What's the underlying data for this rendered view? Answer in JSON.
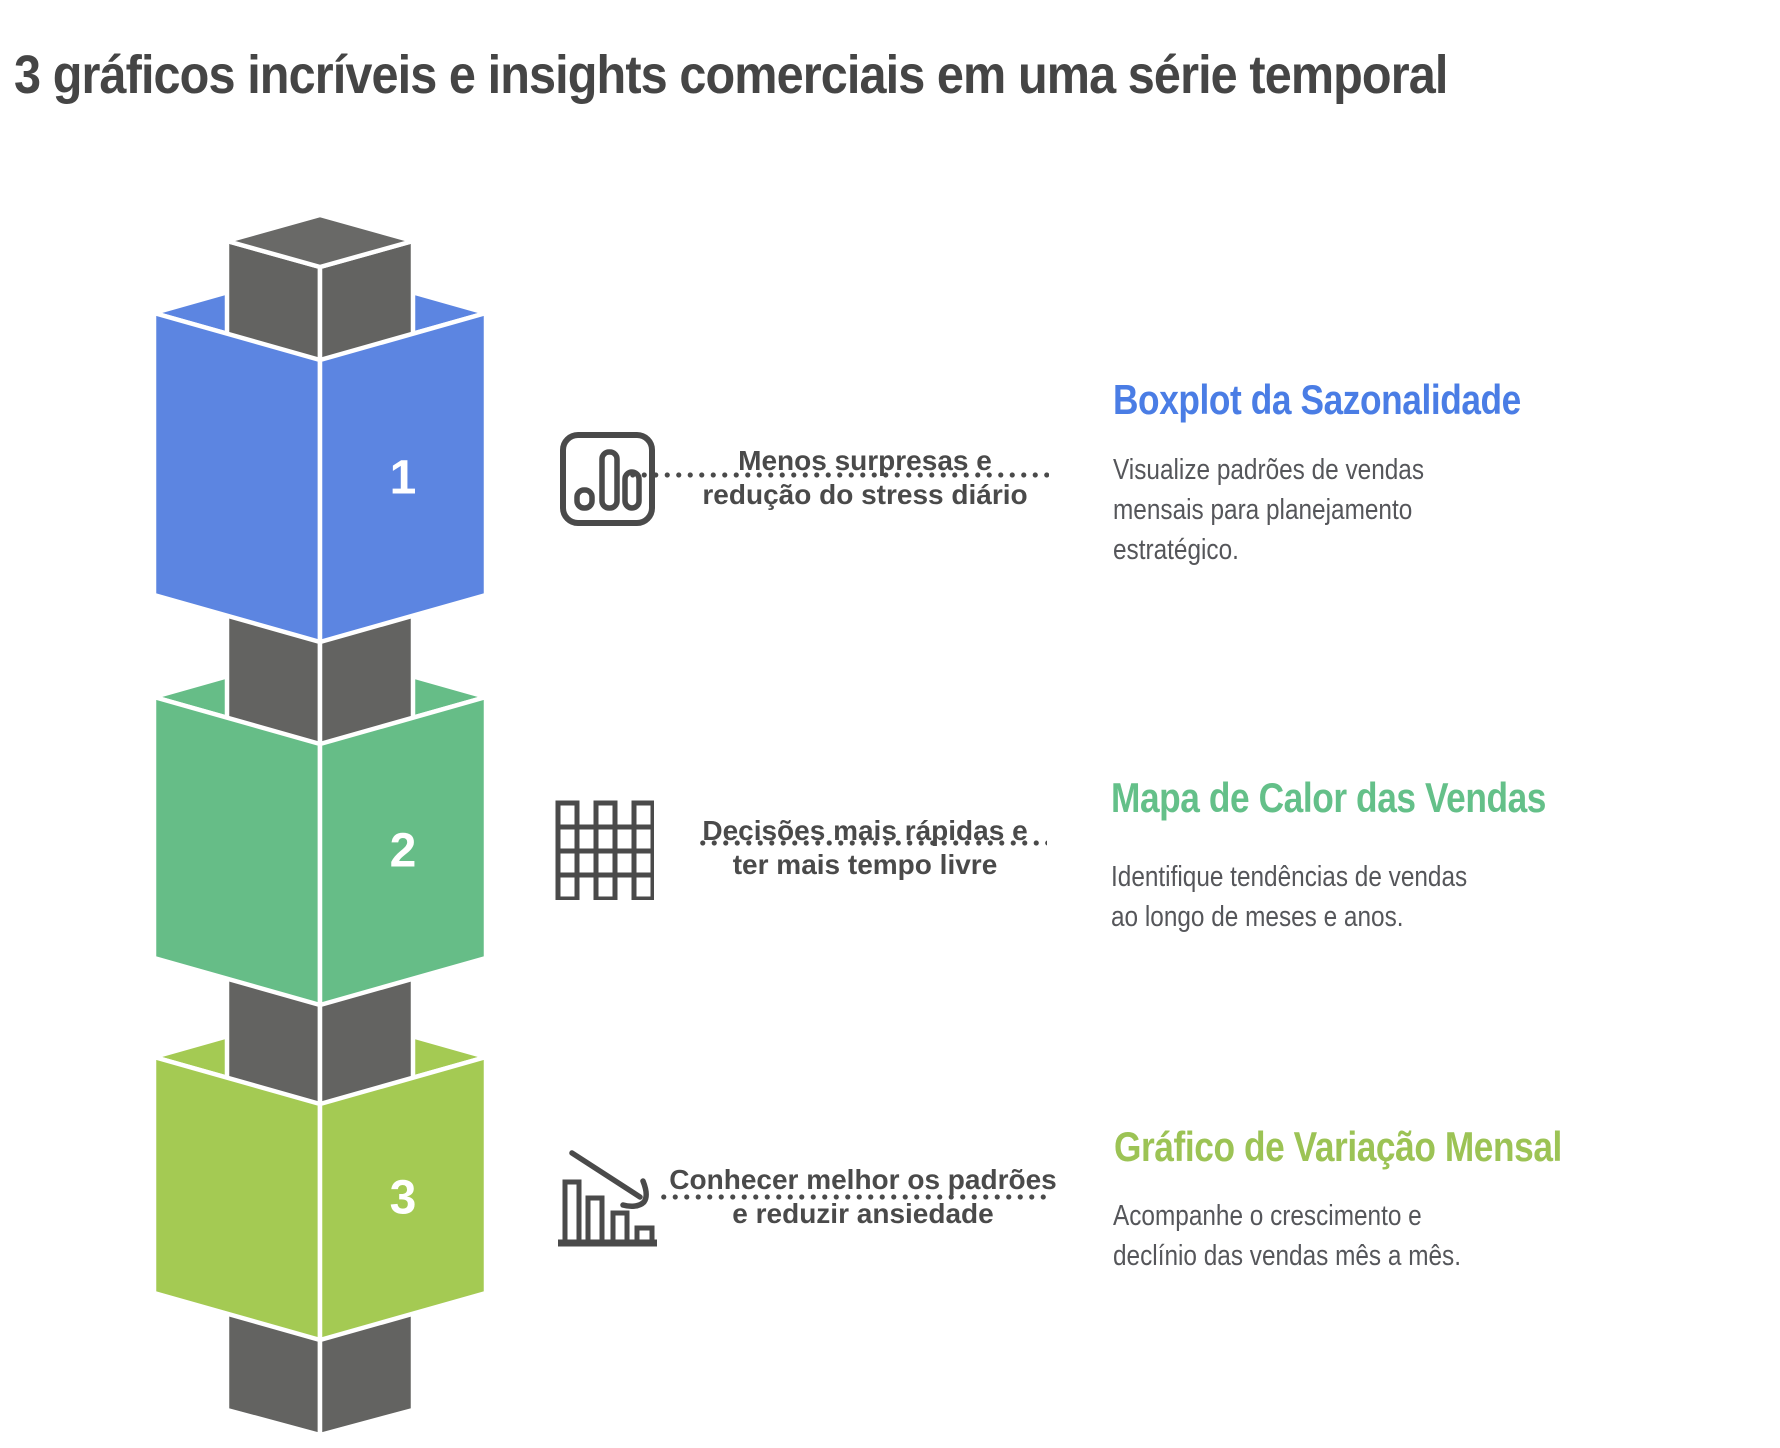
{
  "title": "3 gráficos incríveis e insights comerciais em uma série temporal",
  "colors": {
    "title_text": "#454545",
    "benefit_text": "#4a4a4a",
    "body_text": "#55565a",
    "icon_stroke": "#4a4a4a",
    "outline_white": "#ffffff",
    "pillar_gray": "#636361",
    "pillar_top": "#696967",
    "block_blue": "#5c85e1",
    "block_green": "#66bd87",
    "block_lime": "#a4ca53",
    "heading_blue": "#4a7de5",
    "heading_green": "#64c089",
    "heading_lime": "#9cc355"
  },
  "steps": [
    {
      "number": "1",
      "block_color": "#5c85e1",
      "icon": "bar-chart-icon",
      "benefit_lines": [
        "Menos surpresas e",
        "redução do stress diário"
      ],
      "heading": "Boxplot da Sazonalidade",
      "heading_color": "#4a7de5",
      "description_lines": [
        "Visualize padrões de vendas",
        "mensais para planejamento",
        "estratégico."
      ]
    },
    {
      "number": "2",
      "block_color": "#66bd87",
      "icon": "heatmap-grid-icon",
      "benefit_lines": [
        "Decisões mais rápidas e",
        "ter mais tempo livre"
      ],
      "heading": "Mapa de Calor das Vendas",
      "heading_color": "#64c089",
      "description_lines": [
        "Identifique tendências de vendas",
        "ao longo de meses e anos."
      ]
    },
    {
      "number": "3",
      "block_color": "#a4ca53",
      "icon": "declining-bar-chart-icon",
      "benefit_lines": [
        "Conhecer melhor os padrões",
        "e reduzir ansiedade"
      ],
      "heading": "Gráfico de Variação Mensal",
      "heading_color": "#9cc355",
      "description_lines": [
        "Acompanhe o crescimento e",
        "declínio das vendas mês a mês."
      ]
    }
  ]
}
